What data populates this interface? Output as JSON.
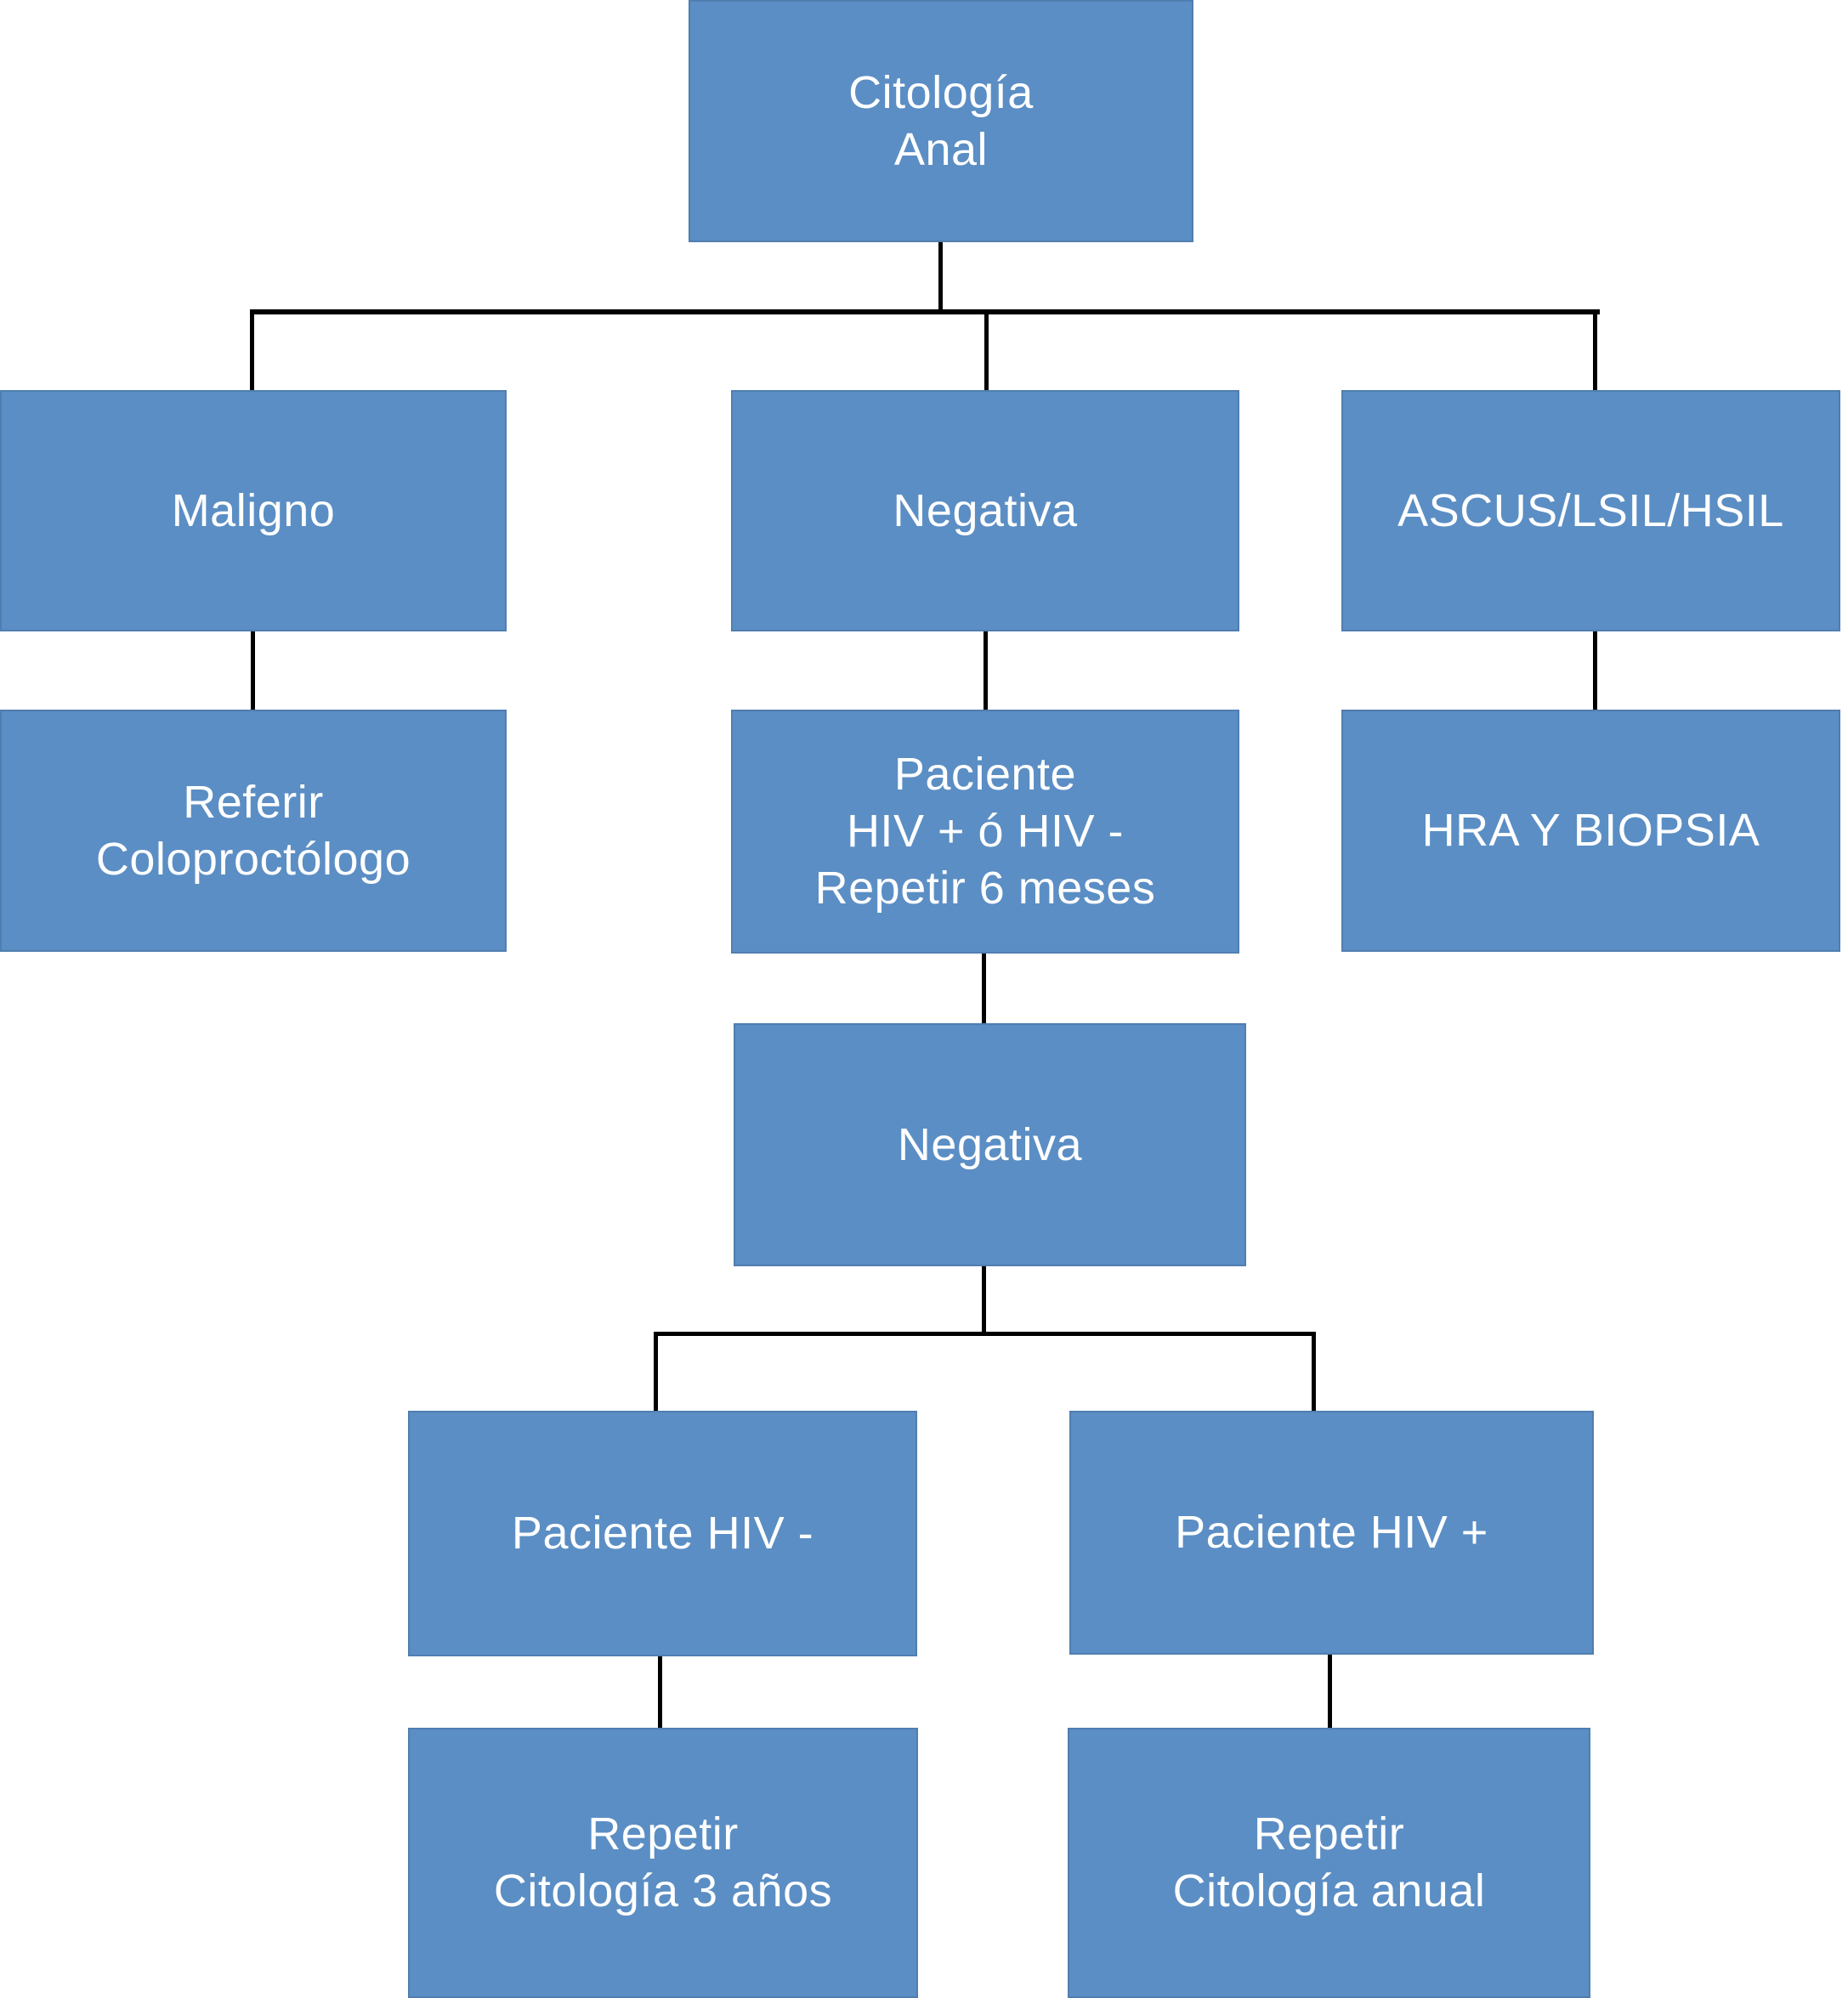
{
  "diagram": {
    "background": "#ffffff",
    "node_fill": "#5b8ec4",
    "node_text_color": "#ffffff",
    "connector_color": "#000000",
    "nodes": {
      "citologia_anal": {
        "label": "Citología\nAnal"
      },
      "maligno": {
        "label": "Maligno"
      },
      "negativa_1": {
        "label": "Negativa"
      },
      "ascus_lsil_hsil": {
        "label": "ASCUS/LSIL/HSIL"
      },
      "referir_coloproctologo": {
        "label": "Referir\nColoproctólogo"
      },
      "paciente_hiv_repetir_6_meses": {
        "label": "Paciente\nHIV + ó HIV -\nRepetir 6 meses"
      },
      "hra_y_biopsia": {
        "label": "HRA Y BIOPSIA"
      },
      "negativa_2": {
        "label": "Negativa"
      },
      "paciente_hiv_neg": {
        "label": "Paciente HIV -"
      },
      "paciente_hiv_pos": {
        "label": "Paciente HIV +"
      },
      "repetir_citologia_3_anos": {
        "label": "Repetir\nCitología 3 años"
      },
      "repetir_citologia_anual": {
        "label": "Repetir\nCitología anual"
      }
    }
  }
}
